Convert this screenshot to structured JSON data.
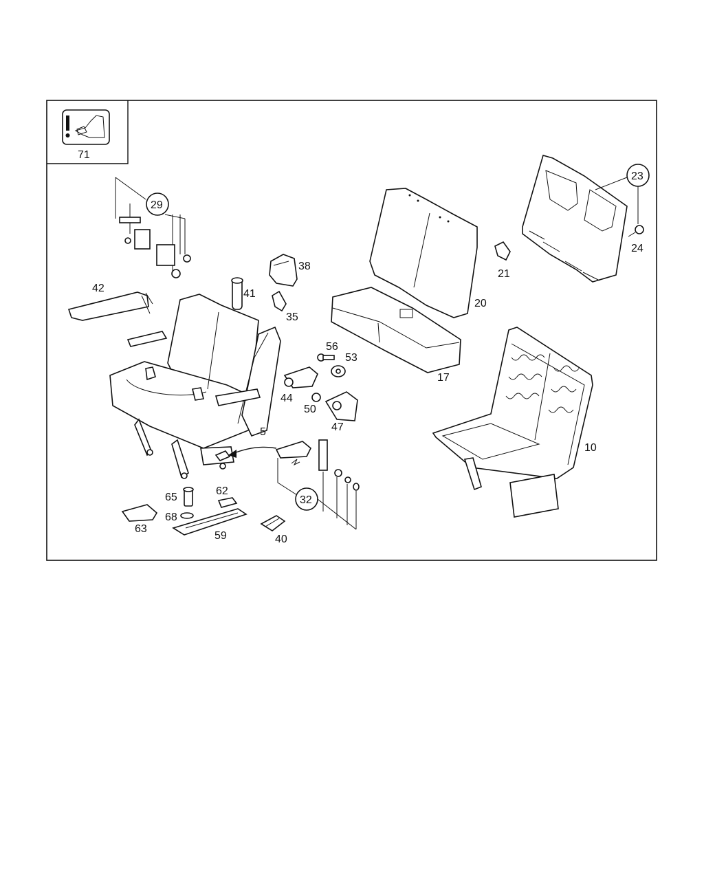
{
  "callouts": {
    "c71": "71",
    "c29": "29",
    "c42": "42",
    "c41": "41",
    "c38": "38",
    "c35": "35",
    "c20": "20",
    "c21": "21",
    "c23": "23",
    "c24": "24",
    "c17": "17",
    "c56": "56",
    "c53": "53",
    "c44": "44",
    "c50": "50",
    "c47": "47",
    "c5": "5",
    "c10": "10",
    "c32": "32",
    "c65": "65",
    "c62": "62",
    "c68": "68",
    "c63": "63",
    "c59": "59",
    "c40": "40"
  },
  "icons": {
    "caution": "caution-icon",
    "arrow": "arrow-icon"
  },
  "colors": {
    "line": "#111111",
    "background": "#ffffff"
  }
}
